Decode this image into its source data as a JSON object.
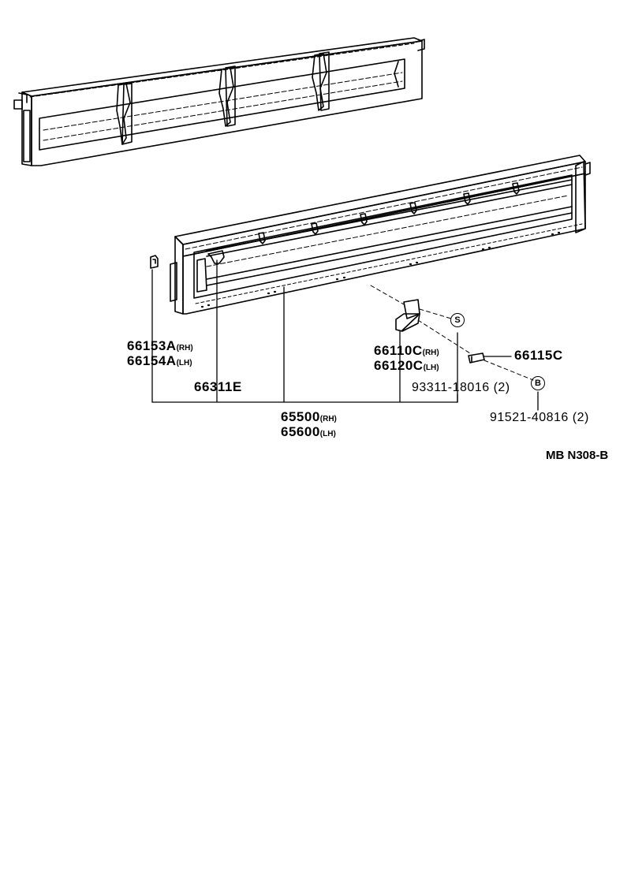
{
  "diagram": {
    "type": "exploded parts diagram",
    "subject": "tailgate / rear body gate assembly",
    "reference_code": "MB N308-B"
  },
  "parts": [
    {
      "id": "p1",
      "number": "66153A",
      "suffix": "(RH)"
    },
    {
      "id": "p2",
      "number": "66154A",
      "suffix": "(LH)"
    },
    {
      "id": "p3",
      "number": "66311E",
      "suffix": ""
    },
    {
      "id": "p4",
      "number": "66110C",
      "suffix": "(RH)"
    },
    {
      "id": "p5",
      "number": "66120C",
      "suffix": "(LH)"
    },
    {
      "id": "p6",
      "number": "66115C",
      "suffix": ""
    },
    {
      "id": "p7",
      "number": "93311-18016",
      "suffix": "(2)"
    },
    {
      "id": "p8",
      "number": "91521-40816",
      "suffix": "(2)"
    },
    {
      "id": "p9",
      "number": "65500",
      "suffix": "(RH)"
    },
    {
      "id": "p10",
      "number": "65600",
      "suffix": "(LH)"
    }
  ],
  "callouts": {
    "s": "S",
    "b": "B"
  },
  "colors": {
    "line": "#000000",
    "background": "#ffffff"
  }
}
